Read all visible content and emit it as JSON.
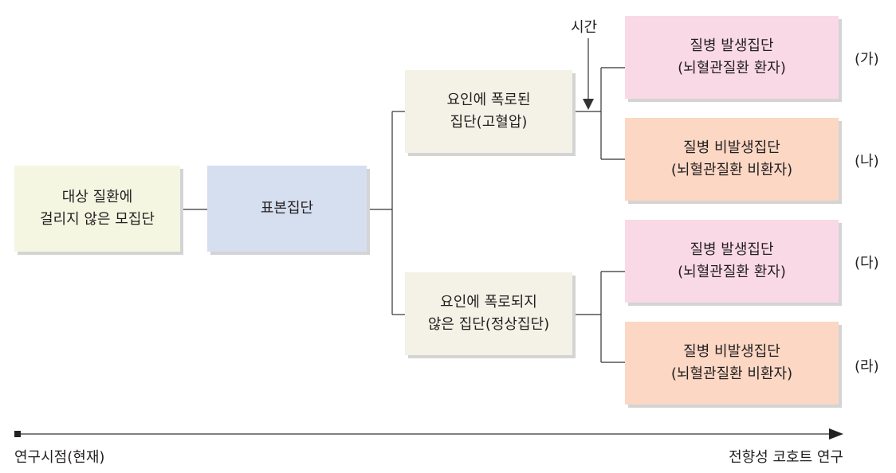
{
  "population": {
    "line1": "대상 질환에",
    "line2": "걸리지 않은 모집단"
  },
  "sample": {
    "label": "표본집단"
  },
  "exposed": {
    "line1": "요인에 폭로된",
    "line2": "집단(고혈압)"
  },
  "unexposed": {
    "line1": "요인에 폭로되지",
    "line2": "않은 집단(정상집단)"
  },
  "outcomes": [
    {
      "line1": "질병 발생집단",
      "line2": "(뇌혈관질환 환자)",
      "tag": "(가)"
    },
    {
      "line1": "질병 비발생집단",
      "line2": "(뇌혈관질환 비환자)",
      "tag": "(나)"
    },
    {
      "line1": "질병 발생집단",
      "line2": "(뇌혈관질환 환자)",
      "tag": "(다)"
    },
    {
      "line1": "질병 비발생집단",
      "line2": "(뇌혈관질환 비환자)",
      "tag": "(라)"
    }
  ],
  "time_label": "시간",
  "timeline": {
    "start": "연구시점(현재)",
    "end": "전향성 코호트 연구"
  }
}
